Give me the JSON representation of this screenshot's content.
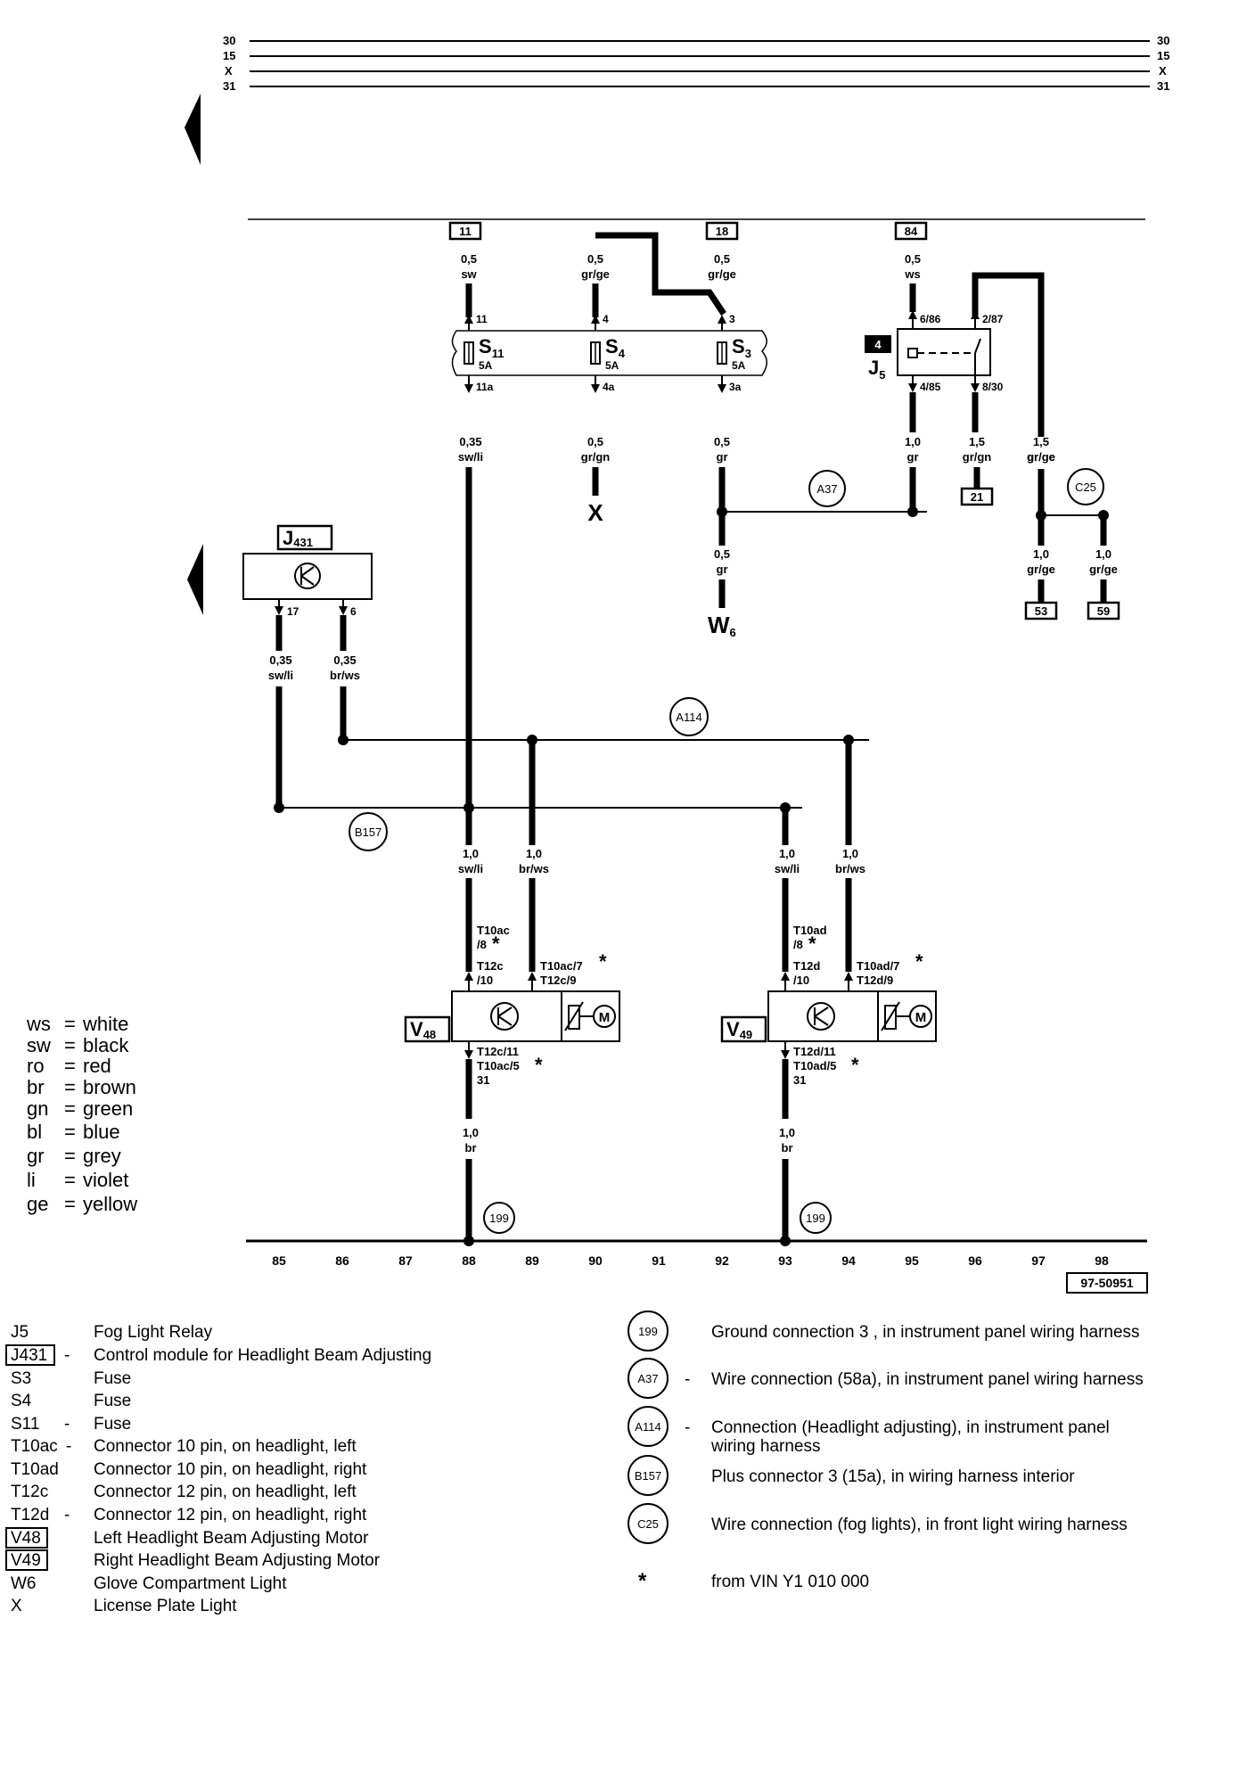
{
  "rails": [
    {
      "label": "30"
    },
    {
      "label": "15"
    },
    {
      "label": "X"
    },
    {
      "label": "31"
    }
  ],
  "fuses": [
    {
      "name": "S11",
      "rating": "5A",
      "top_terminal": "11",
      "bottom_terminal": "11a",
      "top_ref": "11",
      "top_gauge": "0,5",
      "top_color": "sw",
      "bottom_gauge": "0,35",
      "bottom_color": "sw/li"
    },
    {
      "name": "S4",
      "rating": "5A",
      "top_terminal": "4",
      "bottom_terminal": "4a",
      "top_gauge": "0,5",
      "top_color": "gr/ge",
      "bottom_gauge": "0,5",
      "bottom_color": "gr/gn",
      "bottom_dest": "X"
    },
    {
      "name": "S3",
      "rating": "5A",
      "top_terminal": "3",
      "bottom_terminal": "3a",
      "top_ref": "18",
      "top_gauge": "0,5",
      "top_color": "gr/ge",
      "bottom_gauge": "0,5",
      "bottom_color": "gr"
    }
  ],
  "relay": {
    "name": "J5",
    "tag": "4",
    "top_ref": "84",
    "top_gauge": "0,5",
    "top_color": "ws",
    "pin_top_left": "6/86",
    "pin_top_right": "2/87",
    "pin_bottom_left": "4/85",
    "pin_bottom_right": "8/30"
  },
  "relay_wires": {
    "left_gauge": "1,0",
    "left_color": "gr",
    "mid_gauge": "1,5",
    "mid_color": "gr/gn",
    "mid_ref": "21",
    "right_gauge": "1,5",
    "right_color": "gr/ge"
  },
  "c25_branches": [
    {
      "gauge": "1,0",
      "color": "gr/ge",
      "ref": "53"
    },
    {
      "gauge": "1,0",
      "color": "gr/ge",
      "ref": "59"
    }
  ],
  "w6_wire": {
    "gauge": "0,5",
    "color": "gr",
    "dest": "W6"
  },
  "control_module": {
    "name": "J431",
    "pin_left": "17",
    "pin_right": "6",
    "left_gauge": "0,35",
    "left_color": "sw/li",
    "right_gauge": "0,35",
    "right_color": "br/ws"
  },
  "connections": {
    "a37": "A37",
    "c25": "C25",
    "a114": "A114",
    "b157": "B157",
    "g199a": "199",
    "g199b": "199"
  },
  "motors": [
    {
      "name": "V48",
      "in1_gauge": "1,0",
      "in1_color": "sw/li",
      "in1_l1": "T10ac",
      "in1_l2": "/8",
      "in1_l3": "T12c",
      "in1_l4": "/10",
      "in2_gauge": "1,0",
      "in2_color": "br/ws",
      "in2_l1": "T10ac/7",
      "in2_l2": "T12c/9",
      "out_l1": "T12c/11",
      "out_l2": "T10ac/5",
      "out_l3": "31",
      "ground_gauge": "1,0",
      "ground_color": "br"
    },
    {
      "name": "V49",
      "in1_gauge": "1,0",
      "in1_color": "sw/li",
      "in1_l1": "T10ad",
      "in1_l2": "/8",
      "in1_l3": "T12d",
      "in1_l4": "/10",
      "in2_gauge": "1,0",
      "in2_color": "br/ws",
      "in2_l1": "T10ad/7",
      "in2_l2": "T12d/9",
      "out_l1": "T12d/11",
      "out_l2": "T10ad/5",
      "out_l3": "31",
      "ground_gauge": "1,0",
      "ground_color": "br"
    }
  ],
  "star": "*",
  "grid_numbers": [
    "85",
    "86",
    "87",
    "88",
    "89",
    "90",
    "91",
    "92",
    "93",
    "94",
    "95",
    "96",
    "97",
    "98"
  ],
  "diagram_code": "97-50951",
  "color_key": [
    {
      "abbr": "ws",
      "meaning": "white"
    },
    {
      "abbr": "sw",
      "meaning": "black"
    },
    {
      "abbr": "ro",
      "meaning": "red"
    },
    {
      "abbr": "br",
      "meaning": "brown"
    },
    {
      "abbr": "gn",
      "meaning": "green"
    },
    {
      "abbr": "bl",
      "meaning": "blue"
    },
    {
      "abbr": "gr",
      "meaning": "grey"
    },
    {
      "abbr": "li",
      "meaning": "violet"
    },
    {
      "abbr": "ge",
      "meaning": "yellow"
    }
  ],
  "legend_left": [
    {
      "code": "J5",
      "dash": "",
      "boxed": false,
      "desc": "Fog Light Relay"
    },
    {
      "code": "J431",
      "dash": "-",
      "boxed": true,
      "desc": "Control module for Headlight Beam Adjusting"
    },
    {
      "code": "S3",
      "dash": "",
      "boxed": false,
      "desc": "Fuse"
    },
    {
      "code": "S4",
      "dash": "",
      "boxed": false,
      "desc": "Fuse"
    },
    {
      "code": "S11",
      "dash": "-",
      "boxed": false,
      "desc": "Fuse"
    },
    {
      "code": "T10ac",
      "dash": "-",
      "boxed": false,
      "desc": "Connector 10 pin, on headlight, left"
    },
    {
      "code": "T10ad",
      "dash": "",
      "boxed": false,
      "desc": "Connector 10 pin, on headlight, right"
    },
    {
      "code": "T12c",
      "dash": "",
      "boxed": false,
      "desc": "Connector 12 pin, on headlight, left"
    },
    {
      "code": "T12d",
      "dash": "-",
      "boxed": false,
      "desc": "Connector 12 pin, on headlight, right"
    },
    {
      "code": "V48",
      "dash": "",
      "boxed": true,
      "desc": "Left Headlight Beam Adjusting Motor"
    },
    {
      "code": "V49",
      "dash": "",
      "boxed": true,
      "desc": "Right Headlight Beam Adjusting Motor"
    },
    {
      "code": "W6",
      "dash": "",
      "boxed": false,
      "desc": "Glove Compartment Light"
    },
    {
      "code": "X",
      "dash": "",
      "boxed": false,
      "desc": "License Plate Light"
    }
  ],
  "legend_right": [
    {
      "symbol": "199",
      "dash": "",
      "line1": "Ground connection  3 , in instrument panel wiring harness",
      "line2": ""
    },
    {
      "symbol": "A37",
      "dash": "-",
      "line1": "Wire connection (58a), in instrument panel wiring harness",
      "line2": ""
    },
    {
      "symbol": "A114",
      "dash": "-",
      "line1": "Connection (Headlight adjusting), in instrument panel",
      "line2": "wiring harness"
    },
    {
      "symbol": "B157",
      "dash": "",
      "line1": "Plus connector  3  (15a), in wiring harness interior",
      "line2": ""
    },
    {
      "symbol": "C25",
      "dash": "",
      "line1": "Wire connection (fog lights), in front light wiring harness",
      "line2": ""
    },
    {
      "symbol": "*",
      "dash": "",
      "line1": "from VIN Y1 010 000",
      "line2": ""
    }
  ]
}
